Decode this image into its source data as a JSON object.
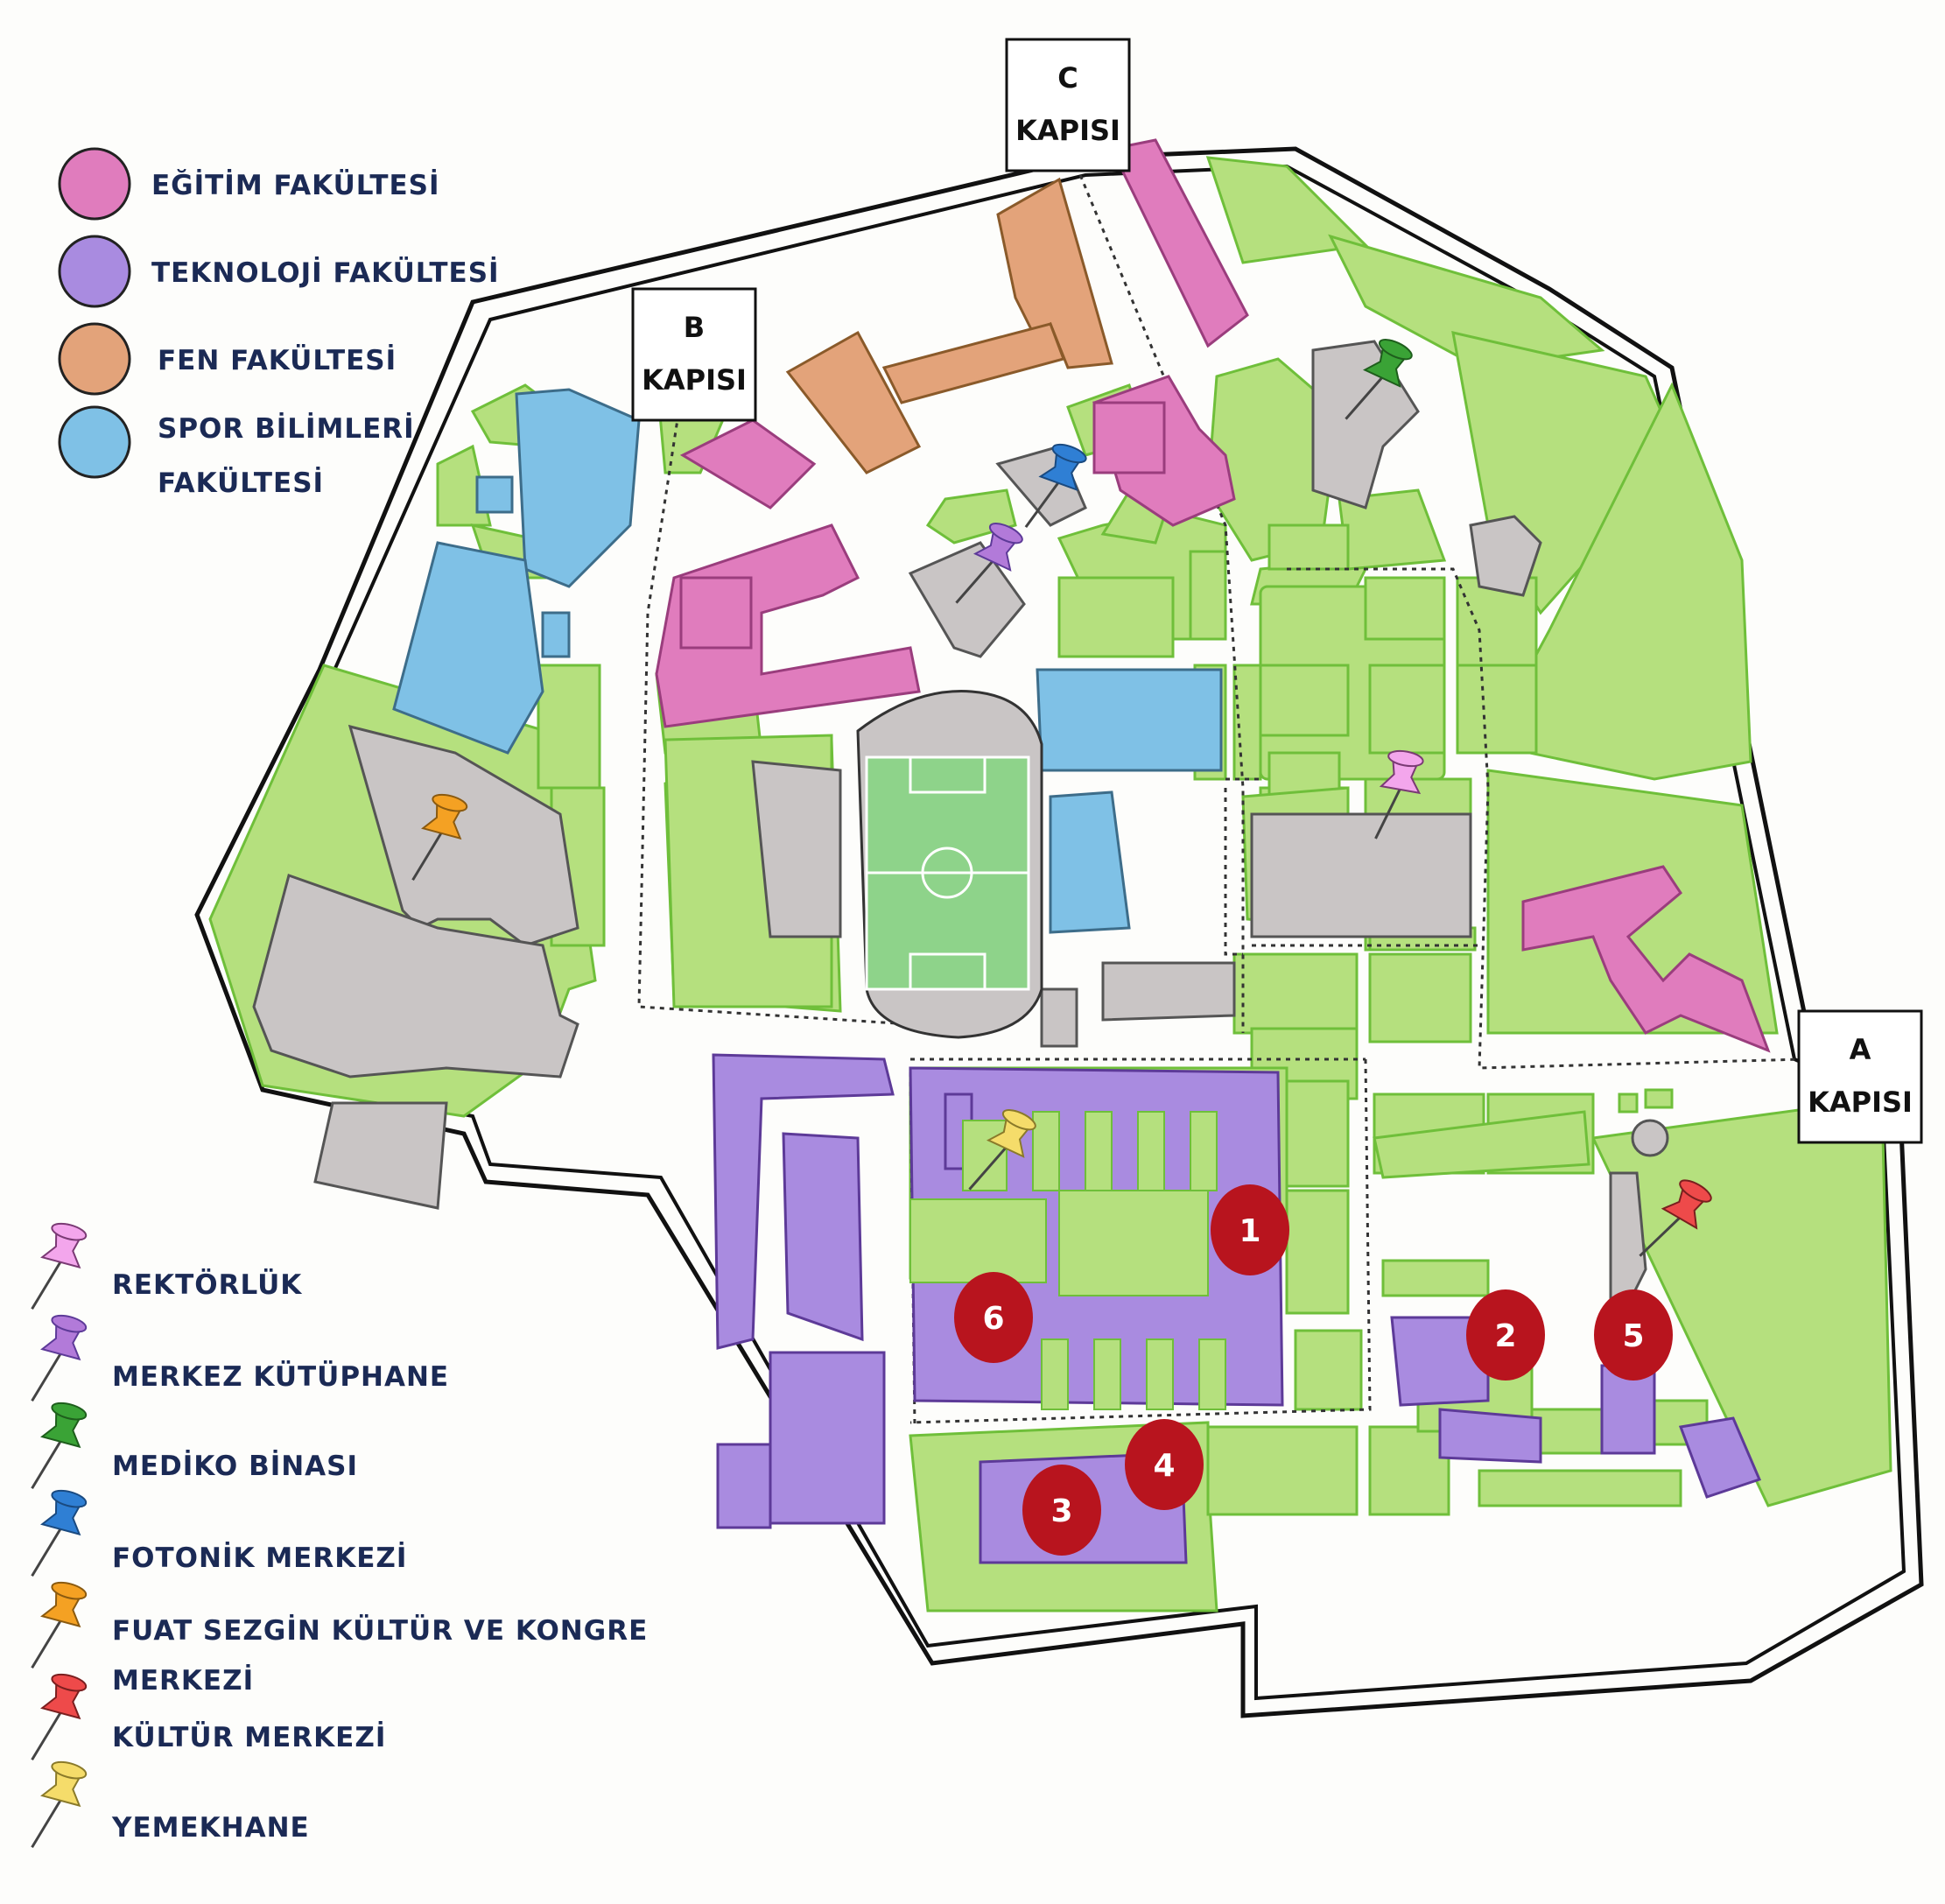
{
  "gates": {
    "a": {
      "line1": "A",
      "line2": "KAPISI"
    },
    "b": {
      "line1": "B",
      "line2": "KAPISI"
    },
    "c": {
      "line1": "C",
      "line2": "KAPISI"
    }
  },
  "faculty_legend": [
    {
      "label": "EĞİTİM FAKÜLTESİ",
      "color": "#e07cbd"
    },
    {
      "label": "TEKNOLOJİ FAKÜLTESİ",
      "color": "#a98be0"
    },
    {
      "label": "FEN FAKÜLTESİ",
      "color": "#e3a37a"
    },
    {
      "label_line1": "SPOR BİLİMLERİ",
      "label_line2": "FAKÜLTESİ",
      "color": "#7fc1e6"
    }
  ],
  "pin_legend": [
    {
      "label": "REKTÖRLÜK",
      "color": "#f3a6ec",
      "icon": "pink-pin-icon"
    },
    {
      "label": "MERKEZ KÜTÜPHANE",
      "color": "#b27ad9",
      "icon": "purple-pin-icon"
    },
    {
      "label": "MEDİKO BİNASI",
      "color": "#3aa336",
      "icon": "green-pin-icon"
    },
    {
      "label": "FOTONİK MERKEZİ",
      "color": "#2f7fd4",
      "icon": "blue-pin-icon"
    },
    {
      "label_line1": "FUAT SEZGİN KÜLTÜR VE KONGRE",
      "label_line2": "MERKEZİ",
      "color": "#f4a123",
      "icon": "orange-pin-icon"
    },
    {
      "label": "KÜLTÜR MERKEZİ",
      "color": "#ee4a4a",
      "icon": "red-pin-icon"
    },
    {
      "label": "YEMEKHANE",
      "color": "#f5dc6a",
      "icon": "yellow-pin-icon"
    }
  ],
  "numbered_markers": [
    "1",
    "2",
    "3",
    "4",
    "5",
    "6"
  ],
  "colors": {
    "green_area": "#b5e07e",
    "gray_building": "#c9c5c5",
    "marker_red": "#b8141e",
    "field_green": "#8ed38a"
  }
}
